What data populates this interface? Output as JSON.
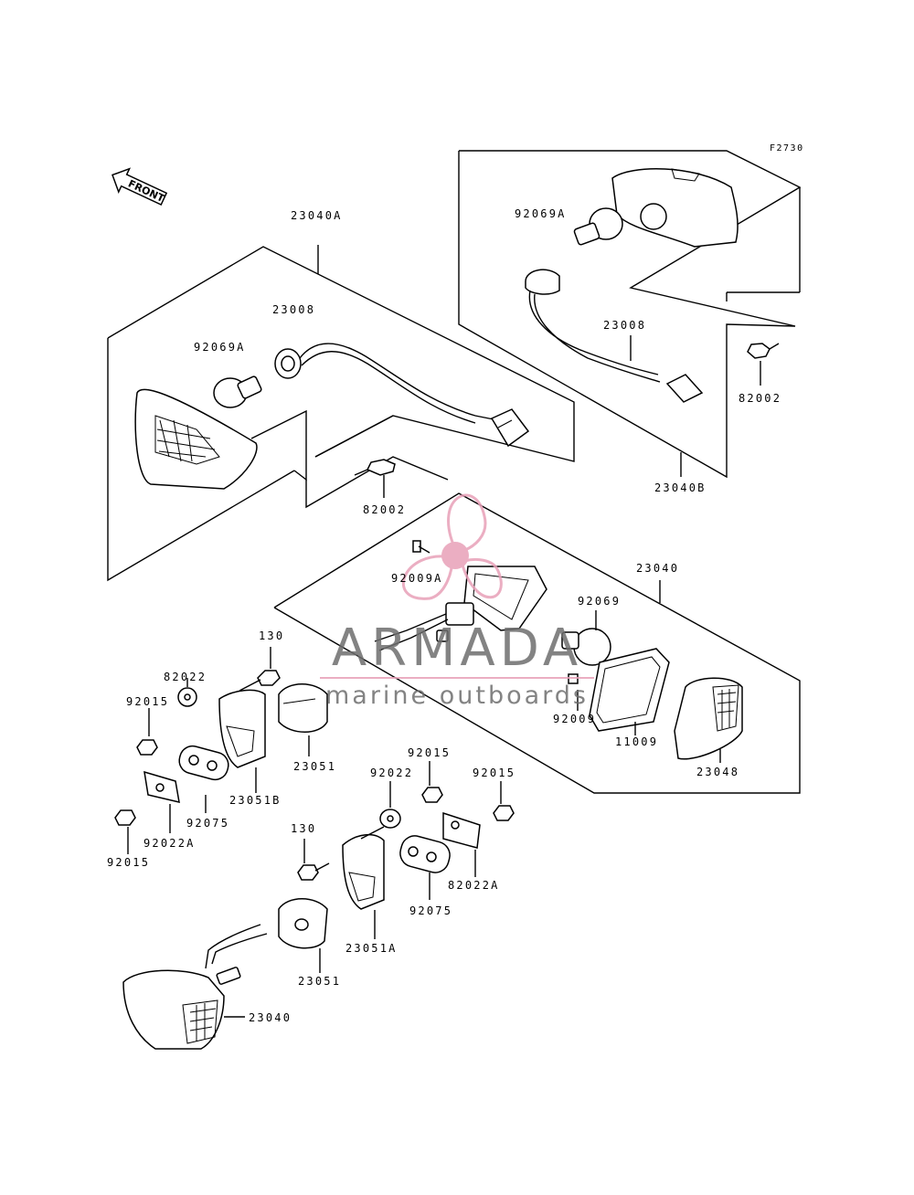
{
  "figure_ref": "F2730",
  "front_label": "FRONT",
  "watermark": {
    "brand": "ARMADA",
    "tagline": "marine outboards",
    "color": "#e8a0b8"
  },
  "labels": {
    "l_23040A": "23040A",
    "l_23008_a": "23008",
    "l_92069A_a": "92069A",
    "l_82002_a": "82002",
    "l_92069A_b": "92069A",
    "l_23008_b": "23008",
    "l_82002_b": "82002",
    "l_23040B": "23040B",
    "l_23040_a": "23040",
    "l_92009A": "92009A",
    "l_92069": "92069",
    "l_92009": "92009",
    "l_11009": "11009",
    "l_23048": "23048",
    "l_130_a": "130",
    "l_82022": "82022",
    "l_92015_a": "92015",
    "l_23051_a": "23051",
    "l_23051B": "23051B",
    "l_92075_a": "92075",
    "l_92022A": "92022A",
    "l_92015_b": "92015",
    "l_92015_c": "92015",
    "l_92022": "92022",
    "l_92015_d": "92015",
    "l_130_b": "130",
    "l_82022A": "82022A",
    "l_92075_b": "92075",
    "l_23051A": "23051A",
    "l_23051_b": "23051",
    "l_23040_b": "23040"
  }
}
